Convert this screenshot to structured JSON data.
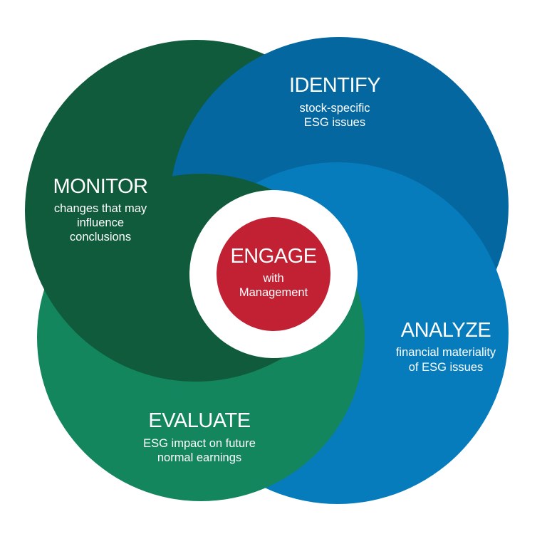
{
  "colors": {
    "monitor": "#0f5b3c",
    "identify": "#04679f",
    "analyze": "#077cbd",
    "evaluate": "#13865d",
    "engage": "#c22033",
    "ring": "#ffffff",
    "text": "#ffffff"
  },
  "monitor": {
    "title": "MONITOR",
    "lines": [
      "changes that may",
      "influence",
      "conclusions"
    ]
  },
  "identify": {
    "title": "IDENTIFY",
    "lines": [
      "stock-specific",
      "ESG issues"
    ]
  },
  "analyze": {
    "title": "ANALYZE",
    "lines": [
      "financial materiality",
      "of ESG issues"
    ]
  },
  "evaluate": {
    "title": "EVALUATE",
    "lines": [
      "ESG impact on future",
      "normal earnings"
    ]
  },
  "engage": {
    "title": "ENGAGE",
    "lines": [
      "with",
      "Management"
    ]
  }
}
